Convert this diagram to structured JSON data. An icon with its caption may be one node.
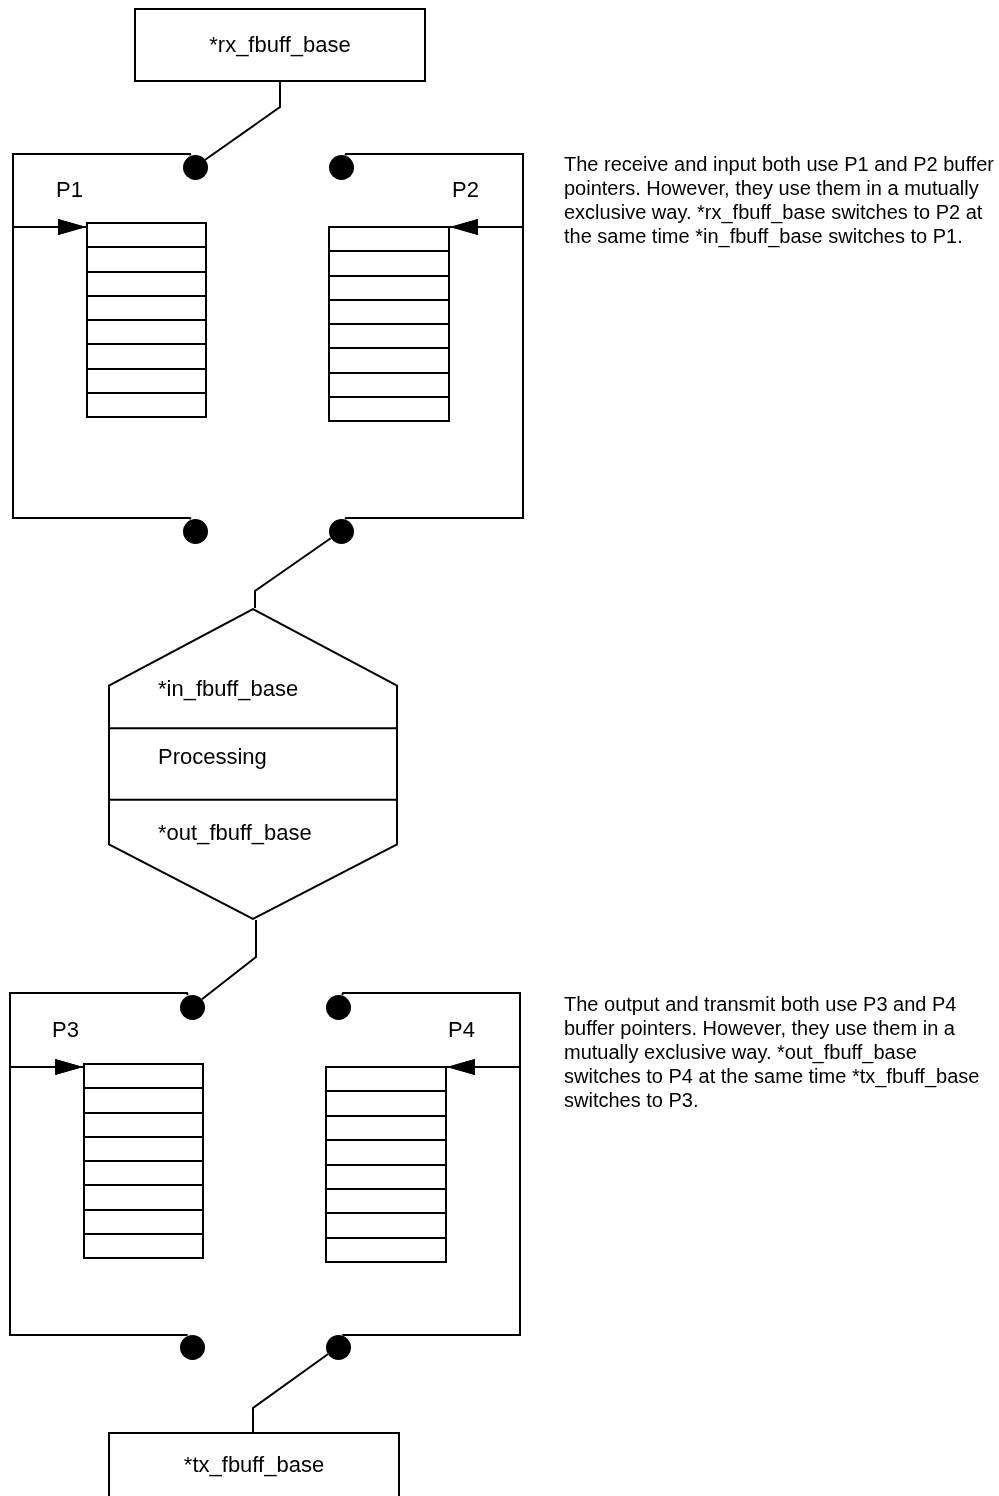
{
  "diagram": {
    "nodes": [
      {
        "text": [
          "*rx_fbuff_base"
        ]
      },
      {
        "text": [],
        "shape": "circle"
      },
      {
        "text": [],
        "shape": "circle"
      },
      {
        "text": [],
        "shape": "box"
      },
      {
        "text": [],
        "shape": "box"
      },
      {
        "text": [],
        "shape": "circle"
      },
      {
        "text": [],
        "shape": "circle"
      },
      {
        "text": [
          "*in_fbuff_base",
          "Processing",
          "*out_fbuff_base"
        ]
      },
      {
        "text": [],
        "shape": "circle"
      },
      {
        "text": [],
        "shape": "circle"
      },
      {
        "text": [],
        "shape": "box"
      },
      {
        "text": [],
        "shape": "box"
      },
      {
        "text": [],
        "shape": "circle"
      },
      {
        "text": [],
        "shape": "circle"
      },
      {
        "text": [
          "*tx_fbuff_base"
        ]
      }
    ],
    "edges": [
      {
        "from": 0,
        "to": 1,
        "arrow": "none"
      },
      {
        "from": 1,
        "to": 3,
        "arrow": "to"
      },
      {
        "from": 5,
        "to": 3,
        "arrow": "to"
      },
      {
        "from": 2,
        "to": 4,
        "arrow": "to"
      },
      {
        "from": 6,
        "to": 4,
        "arrow": "to"
      },
      {
        "from": 6,
        "to": 7,
        "arrow": "none"
      },
      {
        "from": 7,
        "to": 8,
        "arrow": "none"
      },
      {
        "from": 8,
        "to": 10,
        "arrow": "to"
      },
      {
        "from": 12,
        "to": 10,
        "arrow": "to"
      },
      {
        "from": 9,
        "to": 11,
        "arrow": "to"
      },
      {
        "from": 13,
        "to": 11,
        "arrow": "to"
      },
      {
        "from": 13,
        "to": 14,
        "arrow": "none"
      }
    ],
    "labels": [
      "P1",
      "P2",
      "The receive and input both use P1 and P2 buffer pointers. However, they use them in a mutually exclusive way. *rx_fbuff_base switches to P2 at the same time *in_fbuff_base switches to P1.",
      "P3",
      "P4",
      "The output and transmit both use P3 and P4 buffer pointers. However, they use them in a mutually exclusive way. *out_fbuff_base switches to P4 at the same time *tx_fbuff_base switches to P3."
    ]
  }
}
